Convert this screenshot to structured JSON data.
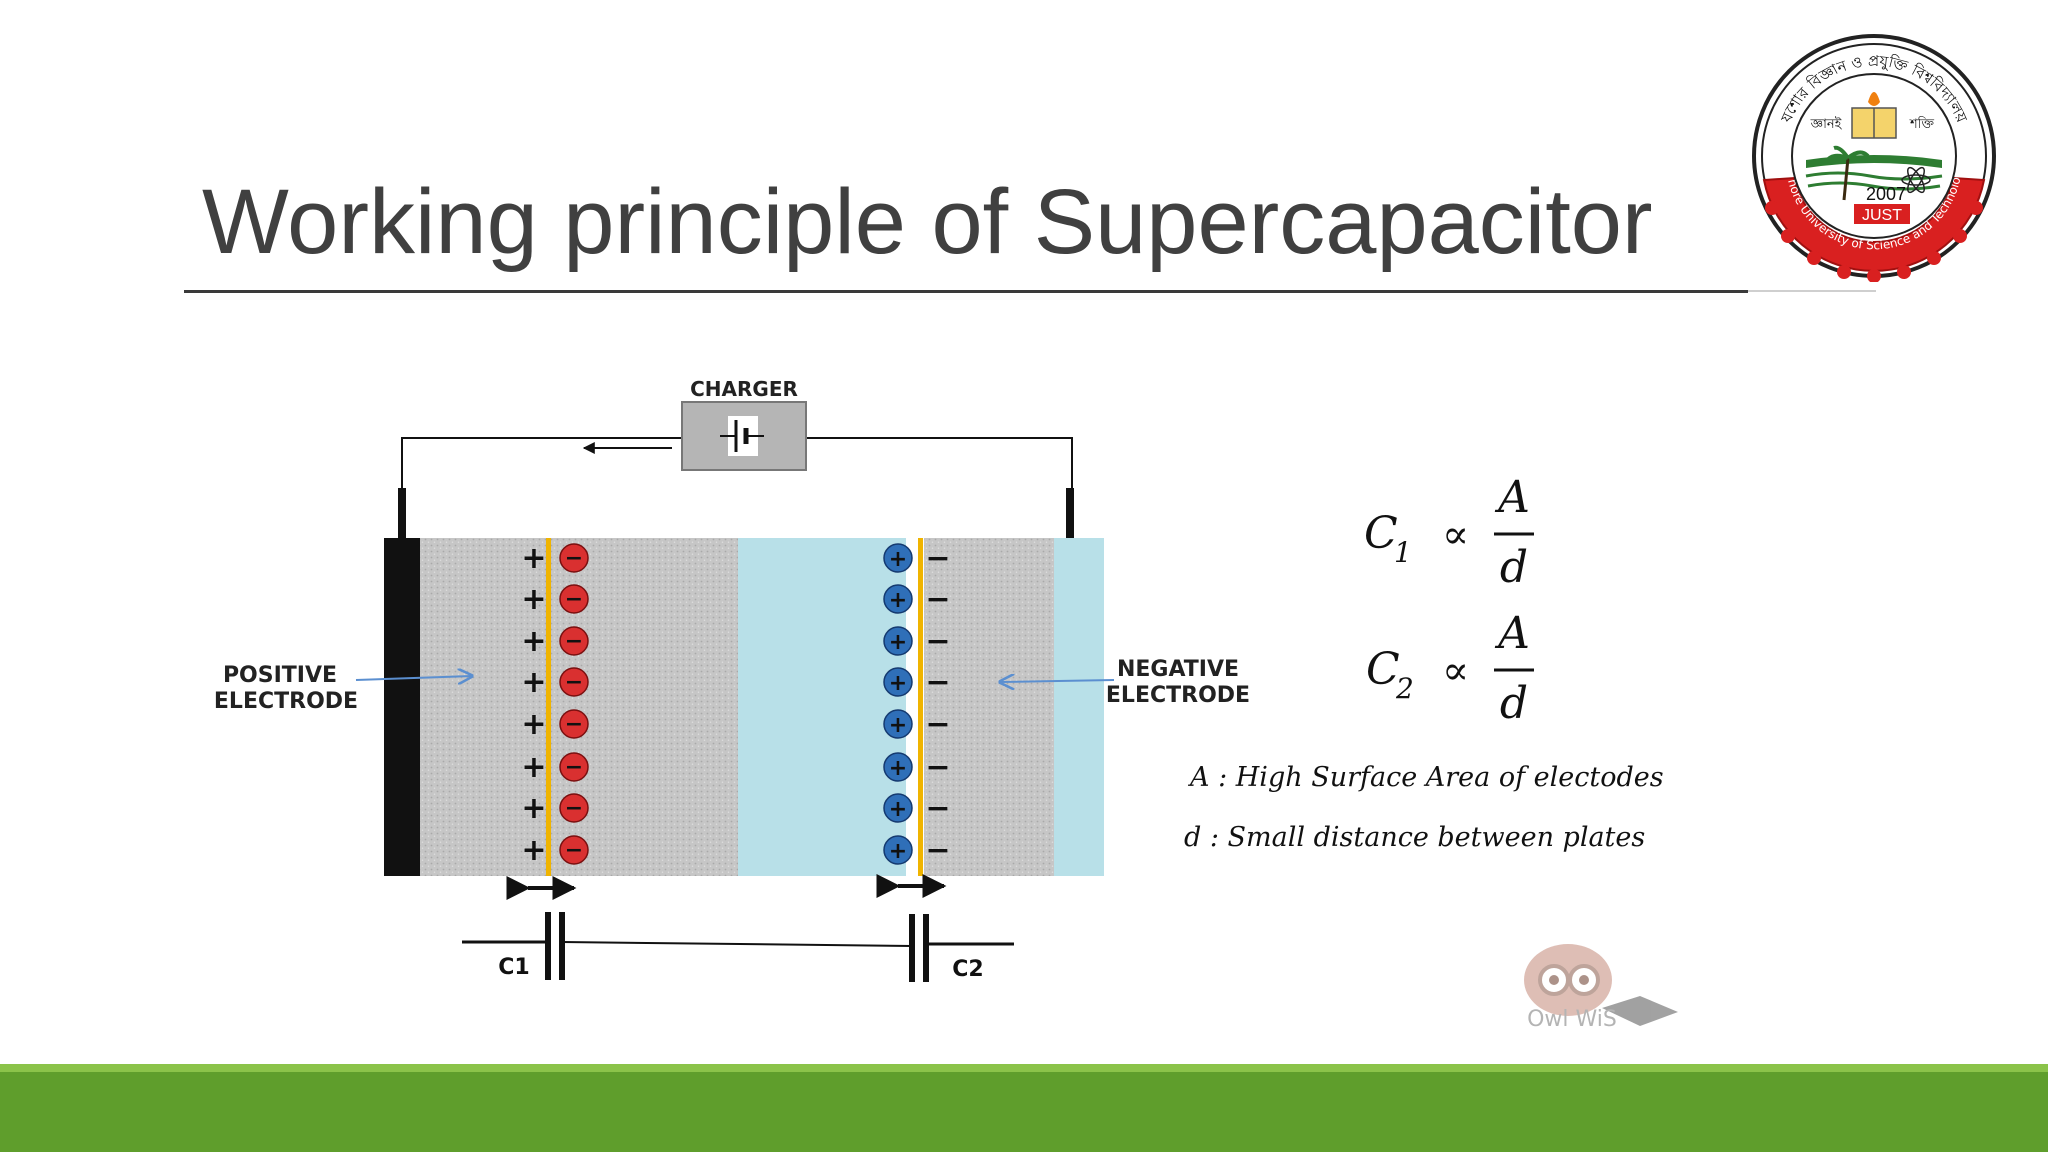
{
  "slide": {
    "title": "Working principle of Supercapacitor"
  },
  "diagram": {
    "charger_label": "CHARGER",
    "positive_electrode_label": [
      "POSITIVE",
      "ELECTRODE"
    ],
    "negative_electrode_label": [
      "NEGATIVE",
      "ELECTRODE"
    ],
    "c1_label": "C1",
    "c2_label": "C2",
    "left_plate_signs": [
      "+",
      "+",
      "+",
      "+",
      "+",
      "+",
      "+",
      "+"
    ],
    "left_ion_signs": [
      "−",
      "−",
      "−",
      "−",
      "−",
      "−",
      "−",
      "−"
    ],
    "right_ion_signs": [
      "+",
      "+",
      "+",
      "+",
      "+",
      "+",
      "+",
      "+"
    ],
    "right_plate_signs": [
      "−",
      "−",
      "−",
      "−",
      "−",
      "−",
      "−",
      "−"
    ],
    "colors": {
      "electrolyte": "#b8e0e8",
      "electrode_gray": "#c4c4c4",
      "anion_red": "#d93030",
      "cation_blue": "#2f6fb8",
      "interface_yellow": "#f0b400",
      "arrow_blue": "#5b8fd0"
    }
  },
  "equations": {
    "eq1": {
      "lhs": "C",
      "sub": "1",
      "rel": "∝",
      "num": "A",
      "den": "d"
    },
    "eq2": {
      "lhs": "C",
      "sub": "2",
      "rel": "∝",
      "num": "A",
      "den": "d"
    },
    "def_a": "A : High Surface Area of electodes",
    "def_d": "d :  Small distance between plates"
  },
  "watermark": {
    "text": "Owl WiS"
  },
  "logo": {
    "year": "2007",
    "abbr": "JUST",
    "ring_text": "Jashore University of Science and Technology",
    "top_text": "যশোর বিজ্ঞান ও প্রযুক্তি বিশ্ববিদ্যালয়",
    "left_word": "জ্ঞানই",
    "right_word": "শক্তি"
  }
}
